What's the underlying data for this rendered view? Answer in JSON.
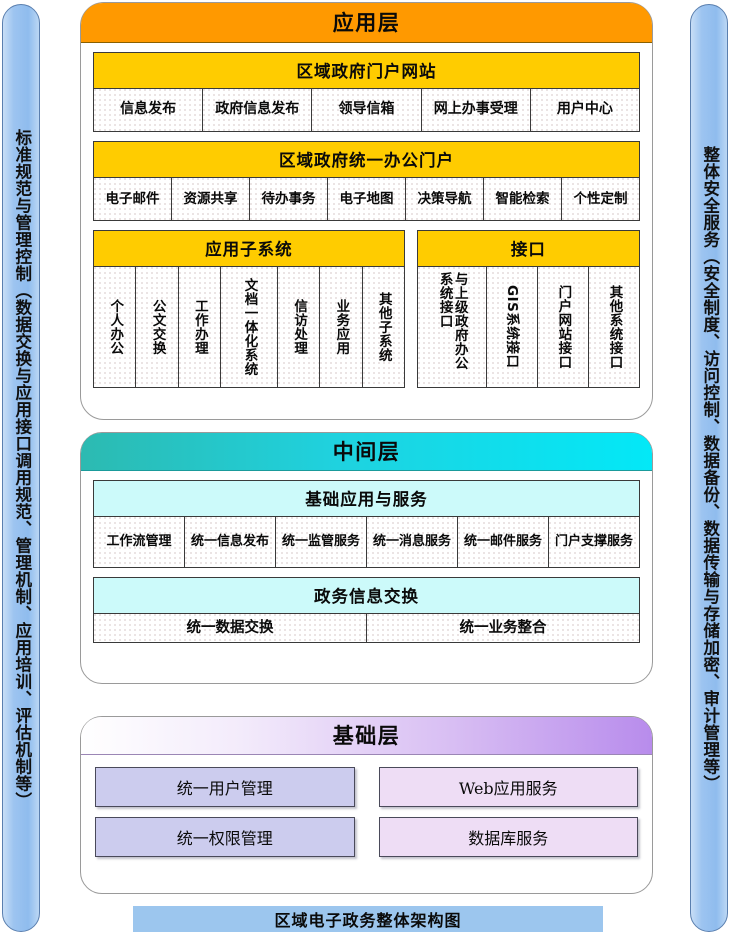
{
  "pillars": {
    "left": "标准规范与管理控制（数据交换与应用接口调用规范、管理机制、应用培训、评估机制等）",
    "right": "整体安全服务（安全制度、访问控制、数据备份、数据传输与存储加密、审计管理等）"
  },
  "layers": {
    "application": {
      "title": "应用层",
      "portal": {
        "header": "区域政府门户网站",
        "cells": [
          "信息发布",
          "政府信息发布",
          "领导信箱",
          "网上办事受理",
          "用户中心"
        ]
      },
      "office": {
        "header": "区域政府统一办公门户",
        "cells": [
          "电子邮件",
          "资源共享",
          "待办事务",
          "电子地图",
          "决策导航",
          "智能检索",
          "个性定制"
        ]
      },
      "subsystem": {
        "header": "应用子系统",
        "cells": [
          "个人办公",
          "公文交换",
          "工作办理",
          "文档一体化系统",
          "信访处理",
          "业务应用",
          "其他子系统"
        ]
      },
      "interface": {
        "header": "接口",
        "cells": [
          "与上级政府办公系统接口",
          "GIS系统接口",
          "门户网站接口",
          "其他系统接口"
        ]
      }
    },
    "middle": {
      "title": "中间层",
      "basic_services": {
        "header": "基础应用与服务",
        "cells": [
          "工作流管理",
          "统一信息发布",
          "统一监管服务",
          "统一消息服务",
          "统一邮件服务",
          "门户支撑服务"
        ]
      },
      "info_exchange": {
        "header": "政务信息交换",
        "cells": [
          "统一数据交换",
          "统一业务整合"
        ]
      }
    },
    "base": {
      "title": "基础层",
      "boxes": [
        {
          "label": "统一用户管理",
          "style": "purple"
        },
        {
          "label": "Web应用服务",
          "style": "lilac"
        },
        {
          "label": "统一权限管理",
          "style": "purple"
        },
        {
          "label": "数据库服务",
          "style": "lilac"
        }
      ]
    }
  },
  "caption": "区域电子政务整体架构图",
  "colors": {
    "application_header": "#FF9900",
    "module_header_yellow": "#FFCC00",
    "middle_header_from": "#2CBAB1",
    "middle_header_to": "#03E8F7",
    "module_header_cyan": "#CCFAFA",
    "base_header_to": "#B88CEC",
    "base_box_purple": "#CCCCEE",
    "base_box_lilac": "#EEDDF5",
    "pillar": "#9DC4F0",
    "caption_bar": "#9CC6EE"
  }
}
